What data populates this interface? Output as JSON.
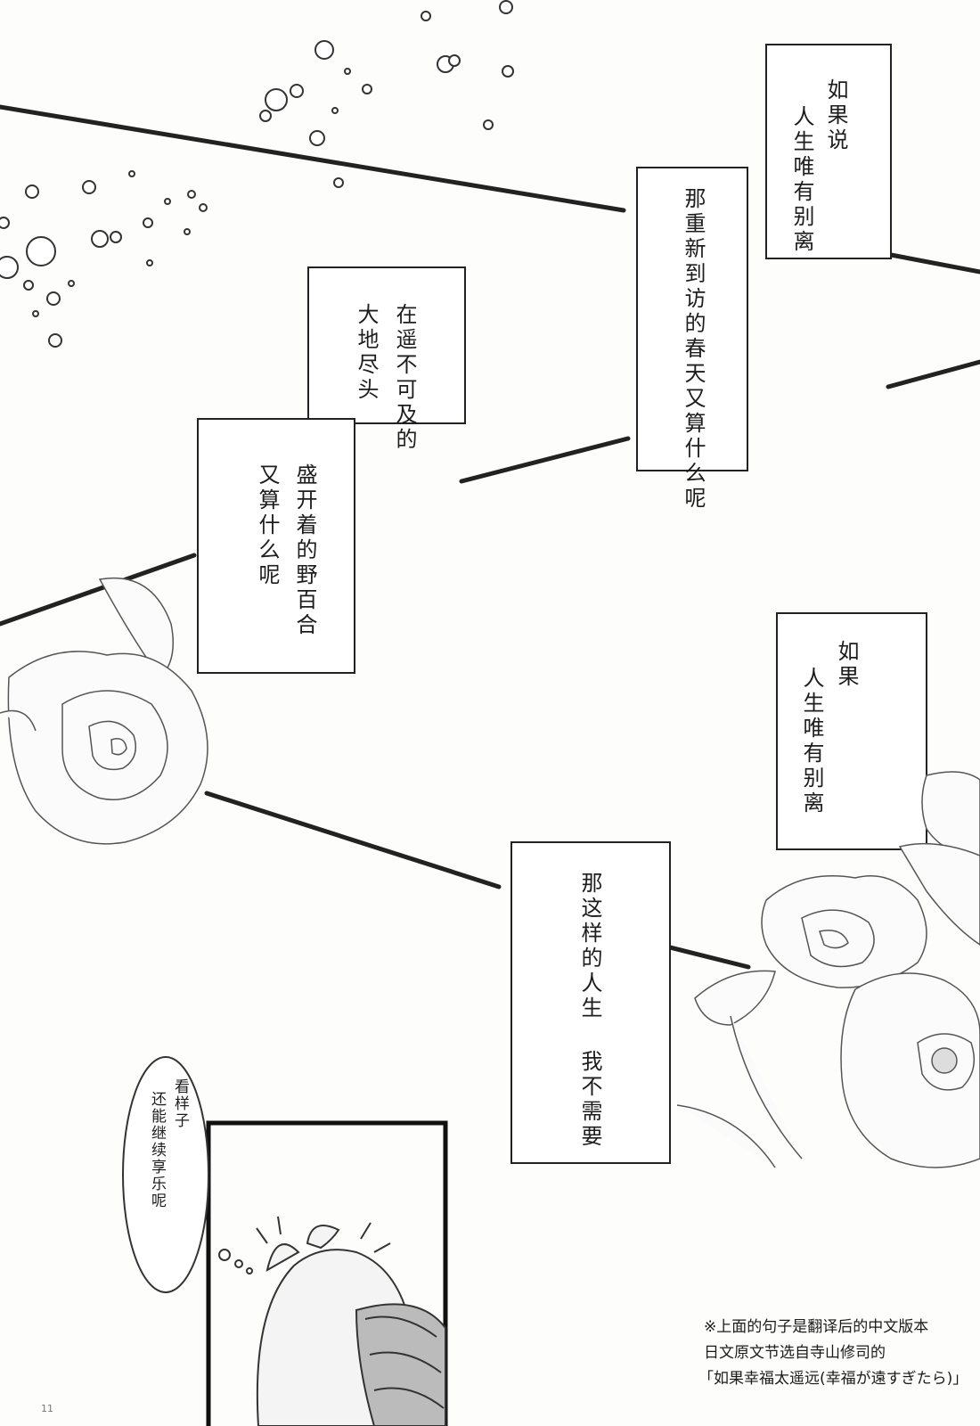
{
  "captions": [
    {
      "id": "c1",
      "lines": [
        "如果说",
        "人生唯有别离"
      ]
    },
    {
      "id": "c2",
      "lines": [
        "那重新到访的春天又算什么呢"
      ]
    },
    {
      "id": "c3",
      "lines": [
        "在遥不可及的",
        "大地尽头"
      ]
    },
    {
      "id": "c4",
      "lines": [
        "盛开着的野百合",
        "又算什么呢"
      ]
    },
    {
      "id": "c5",
      "lines": [
        "如果",
        "人生唯有别离"
      ]
    },
    {
      "id": "c6",
      "lines": [
        "那这样的人生 我不需要"
      ]
    }
  ],
  "bubble": {
    "lines": [
      "看样子",
      "还能继续享乐呢"
    ]
  },
  "footnote": {
    "line1": "※上面的句子是翻译后的中文版本",
    "line2": "日文原文节选自寺山修司的",
    "line3": "「如果幸福太遥远(幸福が遠すぎたら)」"
  },
  "page_number": "11"
}
